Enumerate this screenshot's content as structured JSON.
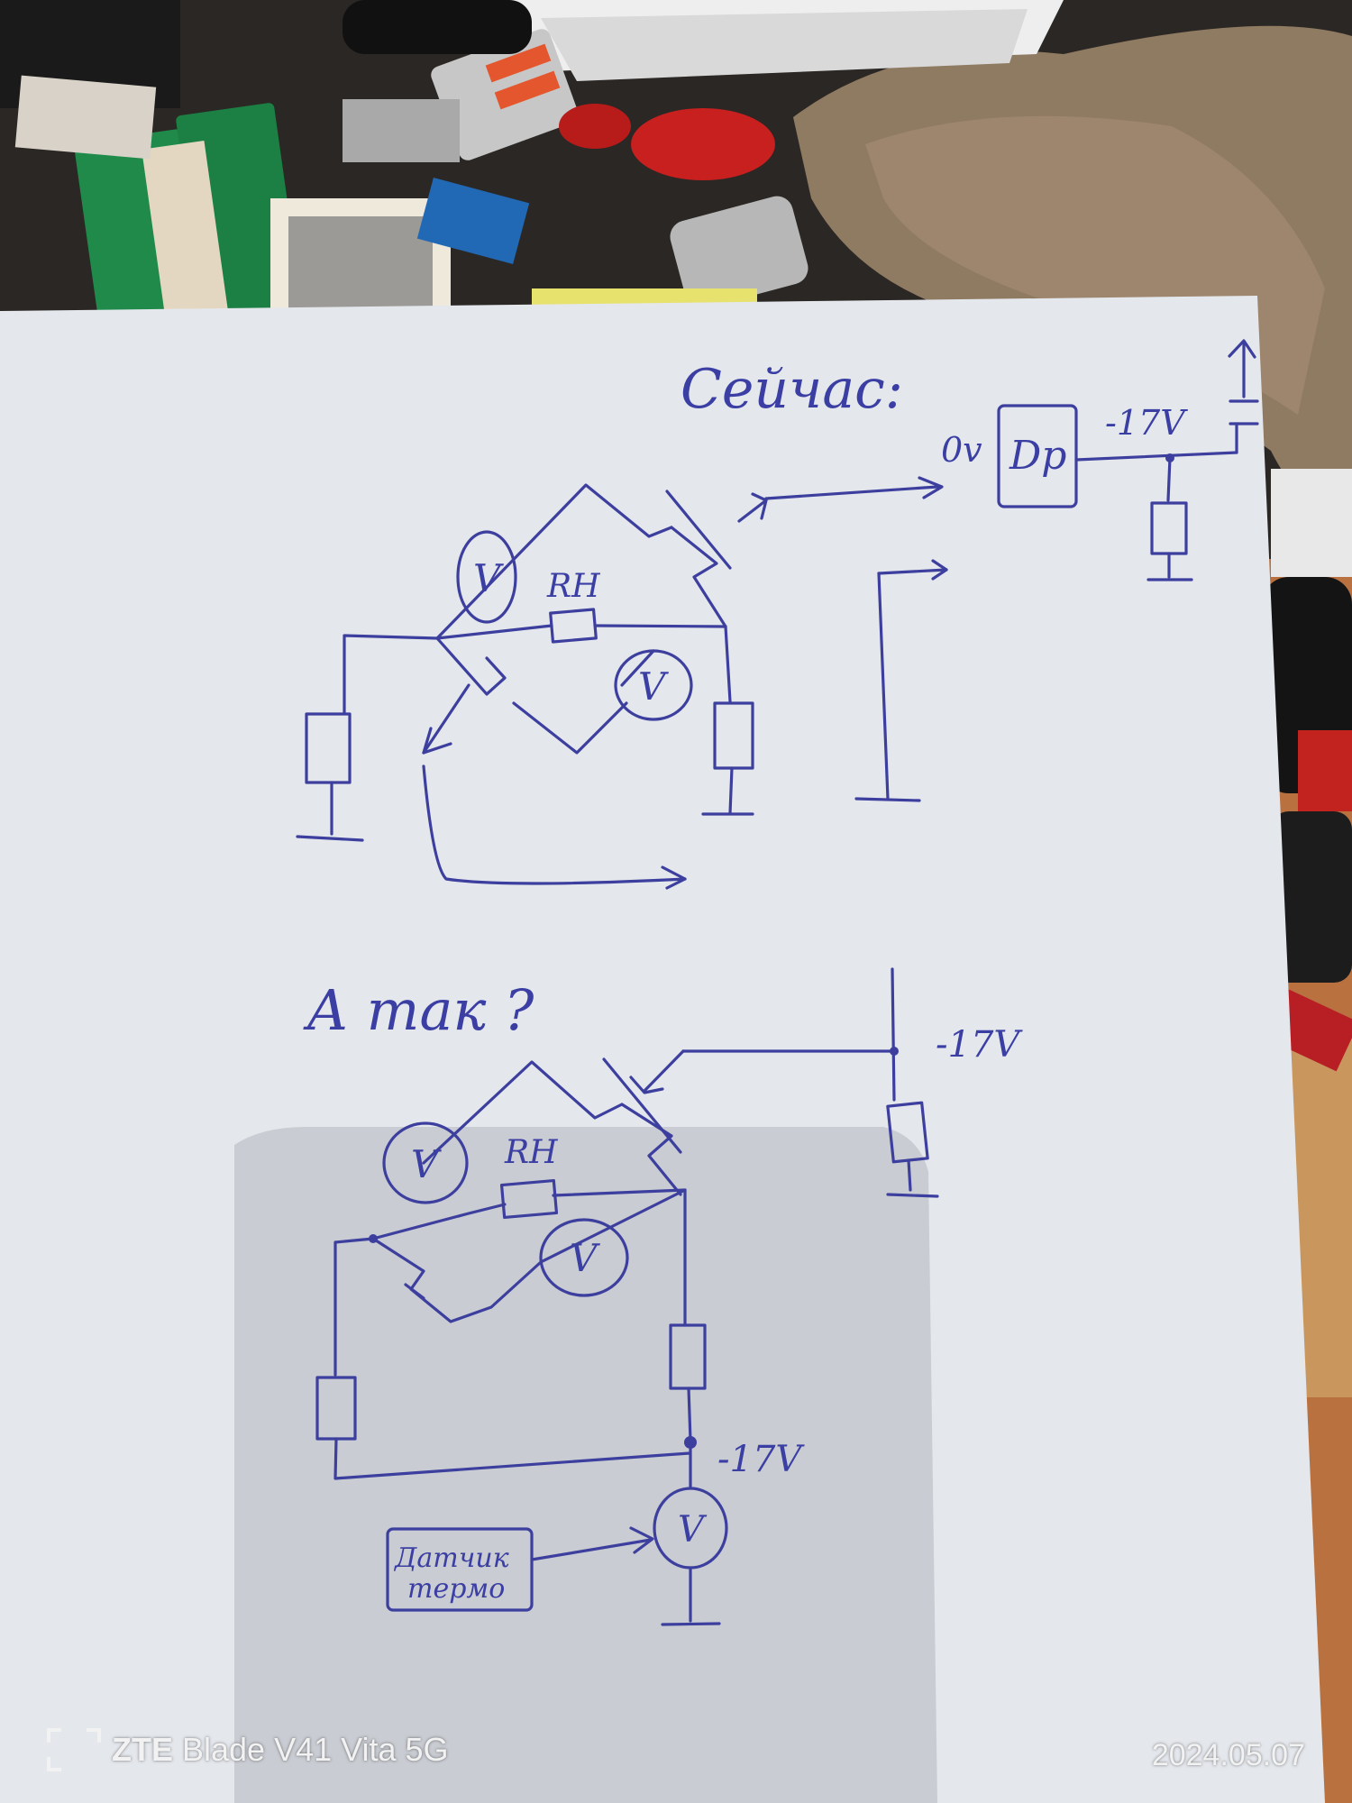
{
  "sketch": {
    "top_heading": "Сейчас:",
    "top_label_rh": "RH",
    "top_label_0v": "0v",
    "top_label_dp": "Dp",
    "top_label_supply": "-17V",
    "volt_symbol": "V",
    "bottom_heading": "А так ?",
    "bottom_label_rh": "RH",
    "bottom_label_supply_a": "-17V",
    "bottom_label_supply_b": "-17V",
    "sensor_line1": "Датчик",
    "sensor_line2": "термо"
  },
  "watermark": {
    "brand": "ZTE",
    "model": "Blade V41 Vita 5G",
    "date": "2024.05.07"
  },
  "colors": {
    "ink": "#3d3f9e",
    "paper": "#e6e9ee"
  }
}
